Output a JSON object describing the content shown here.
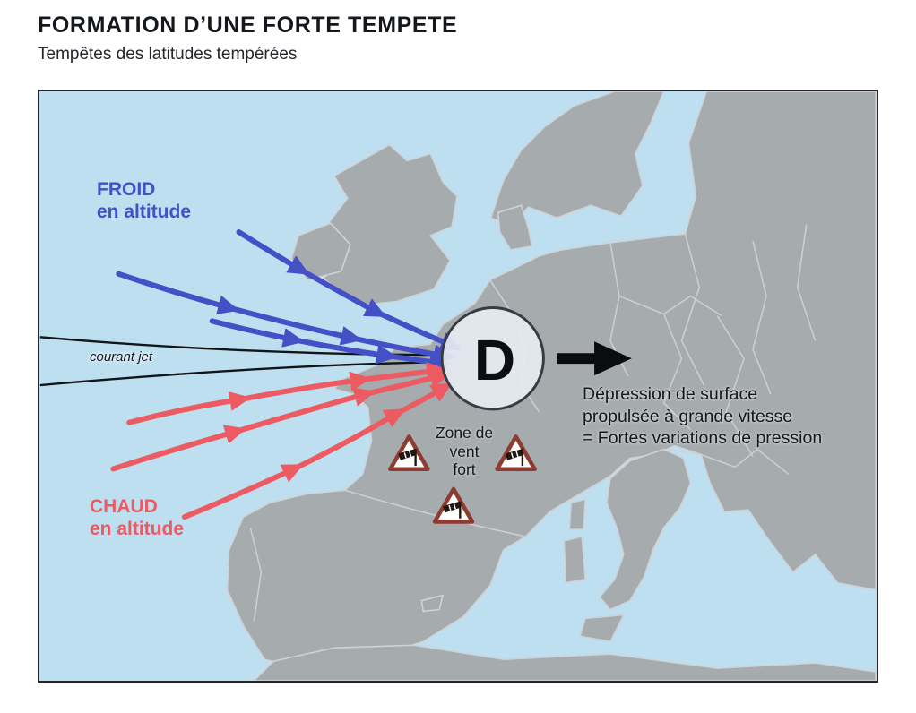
{
  "header": {
    "title": "FORMATION D’UNE FORTE TEMPETE",
    "subtitle": "Tempêtes des latitudes tempérées"
  },
  "labels": {
    "cold_line1": "FROID",
    "cold_line2": "en altitude",
    "warm_line1": "CHAUD",
    "warm_line2": "en altitude",
    "jet": "courant jet",
    "depression_letter": "D",
    "annotation_line1": "Dépression de surface",
    "annotation_line2": "propulsée à grande vitesse",
    "annotation_line3": "= Fortes variations de pression",
    "wind_zone_line1": "Zone de",
    "wind_zone_line2": "vent",
    "wind_zone_line3": "fort"
  },
  "colors": {
    "cold": "#4350c6",
    "warm": "#ec5a62",
    "sea": "#bedff0",
    "land": "#a6abae",
    "border": "#ced3d7",
    "warning": "#8e3b31",
    "ink": "#15191d"
  }
}
